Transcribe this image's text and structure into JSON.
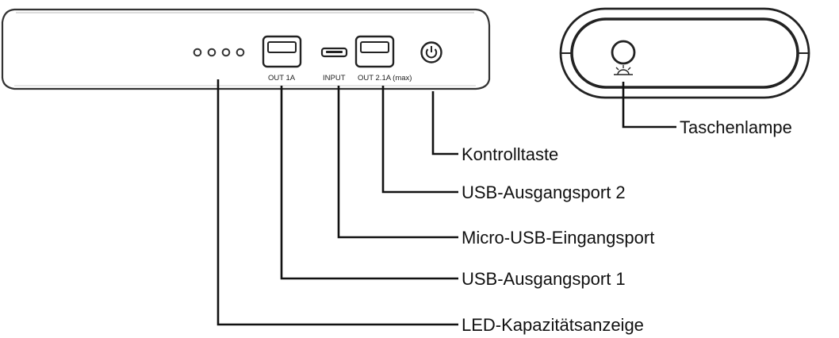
{
  "front_view": {
    "port_labels": {
      "out1": "OUT 1A",
      "input": "INPUT",
      "out2": "OUT 2.1A (max)"
    },
    "icons": [
      "led-dot-icon",
      "usb-a-port-icon",
      "micro-usb-port-icon",
      "power-button-icon"
    ]
  },
  "side_view": {
    "icons": [
      "flashlight-icon",
      "flashlight-glyph-icon"
    ]
  },
  "callouts": {
    "flashlight": "Taschenlampe",
    "control_button": "Kontrolltaste",
    "usb_out_2": "USB-Ausgangsport 2",
    "micro_usb_in": "Micro-USB-Eingangsport",
    "usb_out_1": "USB-Ausgangsport 1",
    "led_indicator": "LED-Kapazitätsanzeige"
  }
}
